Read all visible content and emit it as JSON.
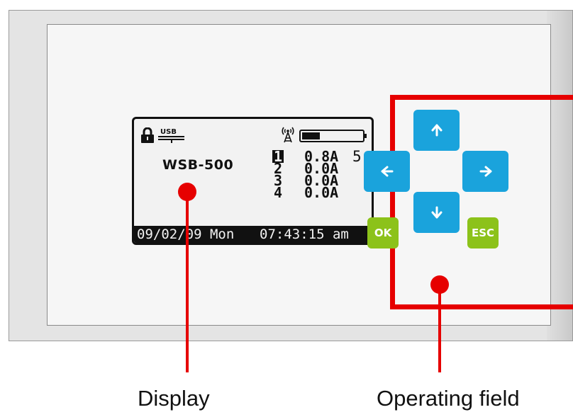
{
  "display": {
    "model": "WSB-500",
    "channels": [
      {
        "number": "1",
        "current": "0.8A",
        "extra": "5",
        "selected": true
      },
      {
        "number": "2",
        "current": "0.0A"
      },
      {
        "number": "3",
        "current": "0.0A"
      },
      {
        "number": "4",
        "current": "0.0A"
      }
    ],
    "status": {
      "date": "09/02/09 Mon",
      "time": "07:43:15 am"
    },
    "icons": [
      "lock-icon",
      "usb-icon",
      "antenna-icon",
      "battery-icon"
    ],
    "battery_level": 0.3
  },
  "keypad": {
    "keys": [
      "up-arrow",
      "left-arrow",
      "right-arrow",
      "down-arrow"
    ],
    "ok_label": "OK",
    "esc_label": "ESC"
  },
  "labels": {
    "display": "Display",
    "operating_field": "Operating field"
  },
  "colors": {
    "highlight": "#e60000",
    "arrow_key": "#1aa3dc",
    "action_key": "#8cc21a",
    "lcd_background": "#f2f2f2"
  }
}
